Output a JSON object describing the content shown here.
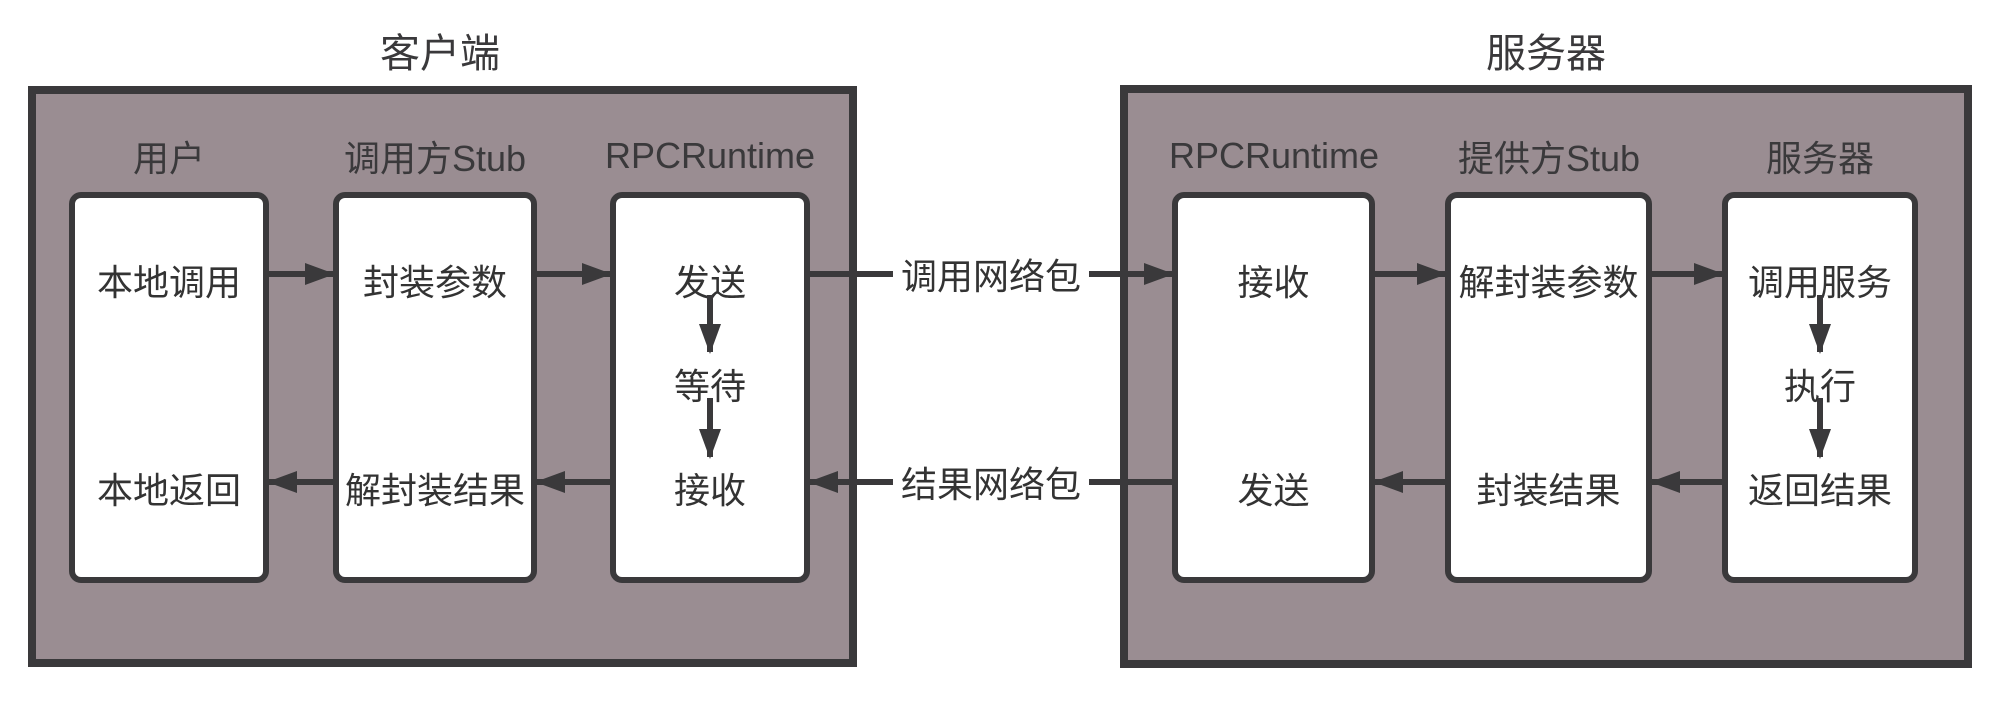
{
  "diagram": {
    "client": {
      "title": "客户端",
      "columns": [
        {
          "label": "用户",
          "top": "本地调用",
          "bottom": "本地返回"
        },
        {
          "label": "调用方Stub",
          "top": "封装参数",
          "bottom": "解封装结果"
        },
        {
          "label": "RPCRuntime",
          "top": "发送",
          "middle": "等待",
          "bottom": "接收"
        }
      ]
    },
    "server": {
      "title": "服务器",
      "columns": [
        {
          "label": "RPCRuntime",
          "top": "接收",
          "bottom": "发送"
        },
        {
          "label": "提供方Stub",
          "top": "解封装参数",
          "bottom": "封装结果"
        },
        {
          "label": "服务器",
          "top": "调用服务",
          "middle": "执行",
          "bottom": "返回结果"
        }
      ]
    },
    "links": {
      "request": "调用网络包",
      "response": "结果网络包"
    },
    "colors": {
      "panel_fill": "#9a8d92",
      "line": "#3a393b",
      "box_fill": "#ffffff",
      "text": "#333333"
    }
  }
}
